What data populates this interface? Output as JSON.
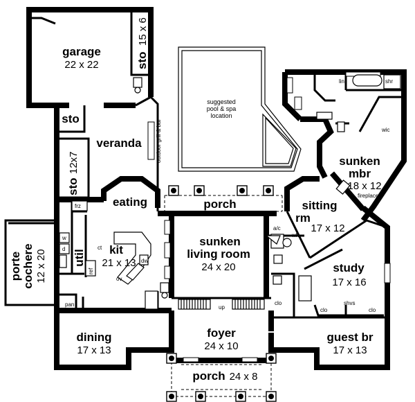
{
  "rooms": {
    "garage": {
      "name": "garage",
      "dims": "22 x 22"
    },
    "sto_top": {
      "name": "sto",
      "dims": "15 x 6"
    },
    "sto_small": {
      "name": "sto"
    },
    "veranda": {
      "name": "veranda"
    },
    "sto_side": {
      "name": "sto",
      "dims": "12x7"
    },
    "eating": {
      "name": "eating"
    },
    "porte_cochere": {
      "name1": "porte",
      "name2": "cochere",
      "dims": "12 x 20"
    },
    "util": {
      "name": "util"
    },
    "kit": {
      "name": "kit",
      "dims": "21 x 13"
    },
    "porch_mid": {
      "name": "porch"
    },
    "living": {
      "name1": "sunken",
      "name2": "living room",
      "dims": "24 x 20"
    },
    "mbr": {
      "name1": "sunken",
      "name2": "mbr",
      "dims": "18 x 12"
    },
    "sitting": {
      "name1": "sitting",
      "name2": "rm",
      "dims": "17 x 12"
    },
    "study": {
      "name": "study",
      "dims": "17 x 16"
    },
    "dining": {
      "name": "dining",
      "dims": "17 x 13"
    },
    "foyer": {
      "name": "foyer",
      "dims": "24 x 10"
    },
    "guest": {
      "name": "guest br",
      "dims": "17 x 13"
    },
    "porch_front": {
      "name": "porch",
      "dims": "24 x 8"
    }
  },
  "labels": {
    "pool1": "suggested",
    "pool2": "pool & spa",
    "pool3": "location",
    "grill": "outdoor grill & bar",
    "frz": "frz",
    "w": "w",
    "d": "d",
    "ct": "ct",
    "ref": "ref",
    "dw": "dw",
    "ov": "ov",
    "pan": "pan",
    "lin": "lin",
    "shr": "shr",
    "wic": "wic",
    "fireplace": "fireplace",
    "ac": "a/c",
    "wh": "wh",
    "up": "up",
    "clo_living": "clo",
    "clo_study1": "clo",
    "clo_study2": "clo",
    "shvs": "shvs"
  }
}
